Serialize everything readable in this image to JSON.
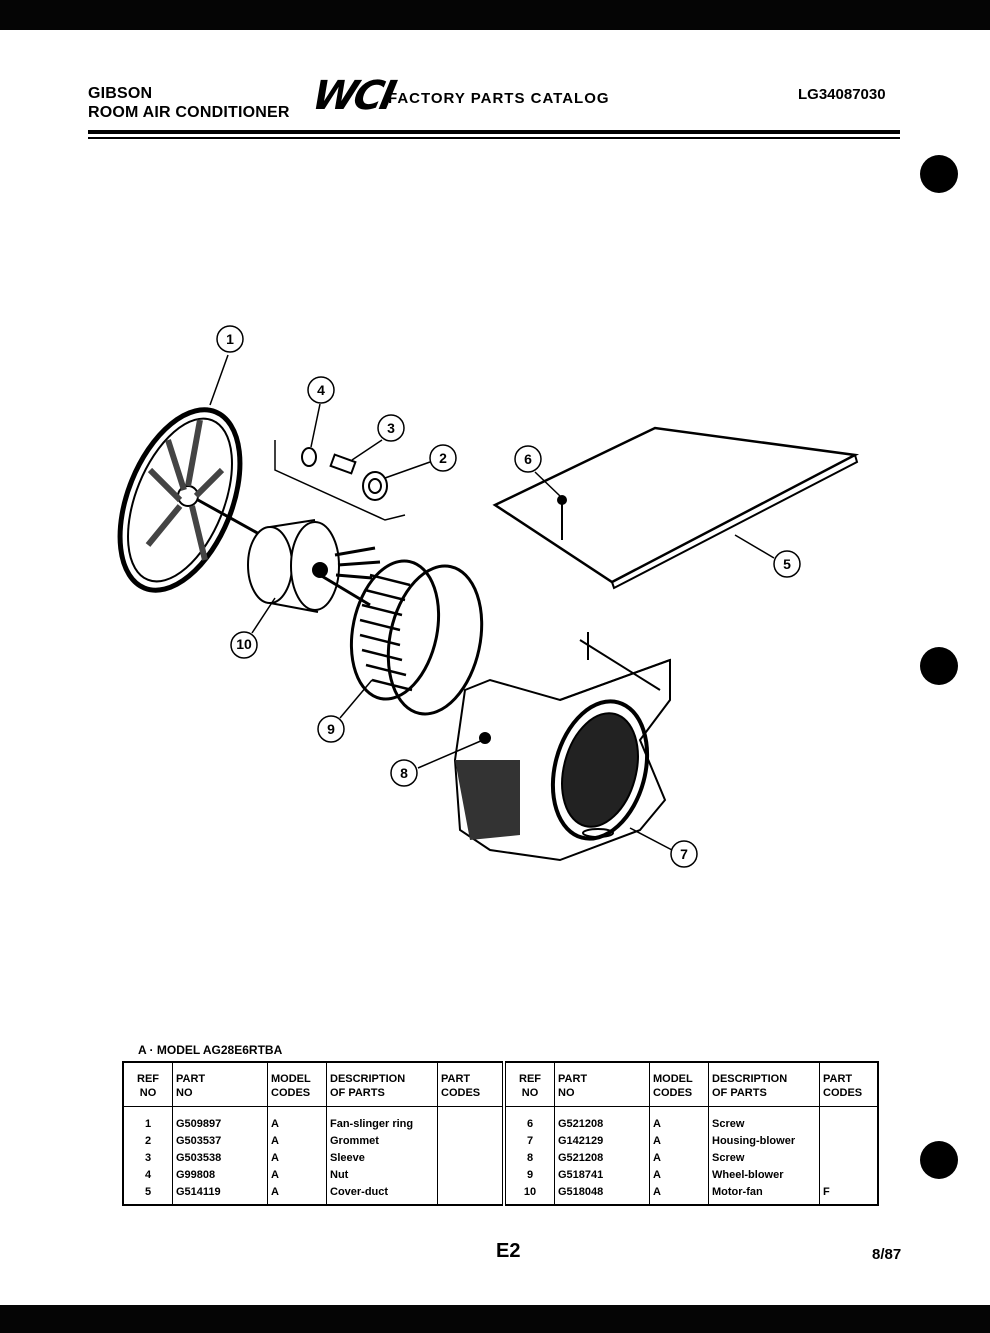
{
  "header": {
    "brand": "GIBSON",
    "product": "ROOM AIR CONDITIONER",
    "logo": "WCI",
    "catalog": "FACTORY PARTS CATALOG",
    "catalog_no": "LG34087030"
  },
  "model_note": "A · MODEL AG28E6RTBA",
  "table": {
    "headers": [
      "REF\nNO",
      "PART\nNO",
      "MODEL\nCODES",
      "DESCRIPTION\nOF PARTS",
      "PART\nCODES",
      "REF\nNO",
      "PART\nNO",
      "MODEL\nCODES",
      "DESCRIPTION\nOF PARTS",
      "PART\nCODES"
    ],
    "rows": [
      {
        "l_ref": "1",
        "l_part": "G509897",
        "l_model": "A",
        "l_desc": "Fan-slinger ring",
        "l_code": "",
        "r_ref": "6",
        "r_part": "G521208",
        "r_model": "A",
        "r_desc": "Screw",
        "r_code": ""
      },
      {
        "l_ref": "2",
        "l_part": "G503537",
        "l_model": "A",
        "l_desc": "Grommet",
        "l_code": "",
        "r_ref": "7",
        "r_part": "G142129",
        "r_model": "A",
        "r_desc": "Housing-blower",
        "r_code": ""
      },
      {
        "l_ref": "3",
        "l_part": "G503538",
        "l_model": "A",
        "l_desc": "Sleeve",
        "l_code": "",
        "r_ref": "8",
        "r_part": "G521208",
        "r_model": "A",
        "r_desc": "Screw",
        "r_code": ""
      },
      {
        "l_ref": "4",
        "l_part": "G99808",
        "l_model": "A",
        "l_desc": "Nut",
        "l_code": "",
        "r_ref": "9",
        "r_part": "G518741",
        "r_model": "A",
        "r_desc": "Wheel-blower",
        "r_code": ""
      },
      {
        "l_ref": "5",
        "l_part": "G514119",
        "l_model": "A",
        "l_desc": "Cover-duct",
        "l_code": "",
        "r_ref": "10",
        "r_part": "G518048",
        "r_model": "A",
        "r_desc": "Motor-fan",
        "r_code": "F"
      }
    ]
  },
  "callouts": [
    "1",
    "2",
    "3",
    "4",
    "5",
    "6",
    "7",
    "8",
    "9",
    "10"
  ],
  "footer": {
    "page": "E2",
    "date": "8/87"
  }
}
